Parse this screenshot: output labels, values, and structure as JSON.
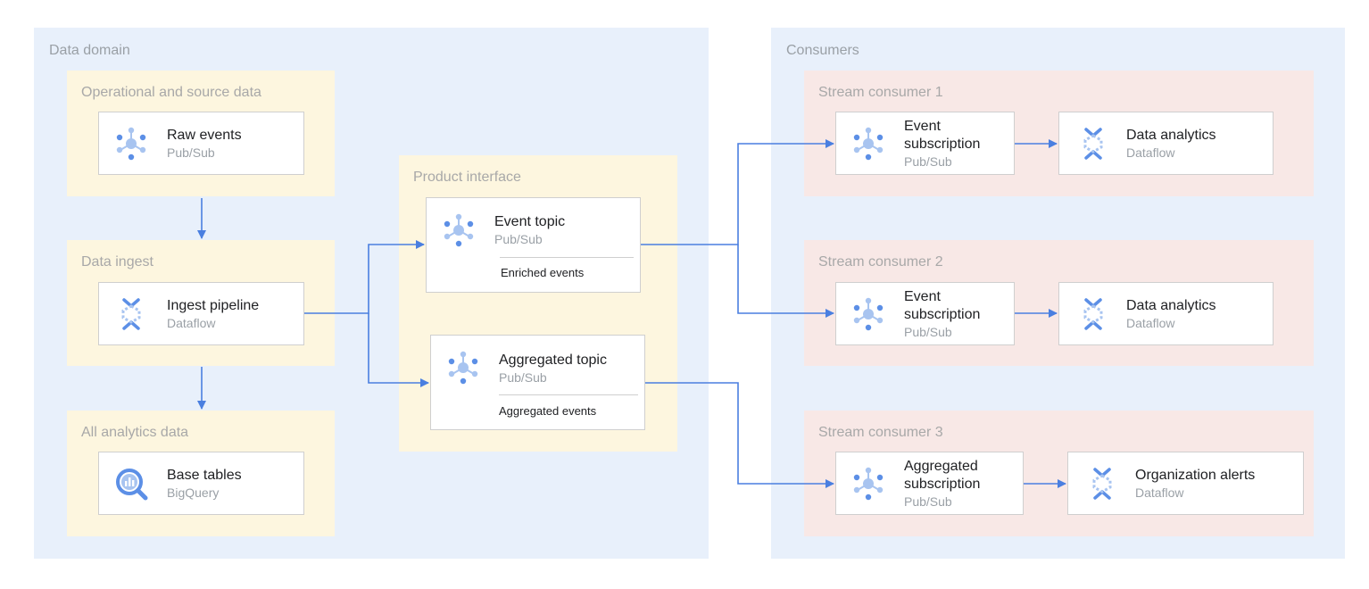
{
  "panels": {
    "data_domain": {
      "title": "Data domain"
    },
    "consumers": {
      "title": "Consumers"
    }
  },
  "groups": {
    "operational": {
      "title": "Operational and source data"
    },
    "ingest": {
      "title": "Data ingest"
    },
    "analytics": {
      "title": "All analytics data"
    },
    "product": {
      "title": "Product interface"
    },
    "stream1": {
      "title": "Stream consumer 1"
    },
    "stream2": {
      "title": "Stream consumer 2"
    },
    "stream3": {
      "title": "Stream consumer 3"
    }
  },
  "cards": {
    "raw_events": {
      "title": "Raw events",
      "sub": "Pub/Sub",
      "icon": "pubsub-icon"
    },
    "ingest_pipeline": {
      "title": "Ingest pipeline",
      "sub": "Dataflow",
      "icon": "dataflow-icon"
    },
    "base_tables": {
      "title": "Base tables",
      "sub": "BigQuery",
      "icon": "bigquery-icon"
    },
    "event_topic": {
      "title": "Event topic",
      "sub": "Pub/Sub",
      "note": "Enriched events",
      "icon": "pubsub-icon"
    },
    "aggregated_topic": {
      "title": "Aggregated topic",
      "sub": "Pub/Sub",
      "note": "Aggregated events",
      "icon": "pubsub-icon"
    },
    "s1_sub": {
      "title_line1": "Event",
      "title_line2": "subscription",
      "sub": "Pub/Sub",
      "icon": "pubsub-icon"
    },
    "s1_analytics": {
      "title": "Data analytics",
      "sub": "Dataflow",
      "icon": "dataflow-icon"
    },
    "s2_sub": {
      "title_line1": "Event",
      "title_line2": "subscription",
      "sub": "Pub/Sub",
      "icon": "pubsub-icon"
    },
    "s2_analytics": {
      "title": "Data analytics",
      "sub": "Dataflow",
      "icon": "dataflow-icon"
    },
    "s3_sub": {
      "title_line1": "Aggregated",
      "title_line2": "subscription",
      "sub": "Pub/Sub",
      "icon": "pubsub-icon"
    },
    "s3_alerts": {
      "title": "Organization alerts",
      "sub": "Dataflow",
      "icon": "dataflow-icon"
    }
  },
  "colors": {
    "arrow": "#4a7fe0",
    "icon_blue": "#5c8fe6",
    "icon_light": "#a8c4f0"
  }
}
